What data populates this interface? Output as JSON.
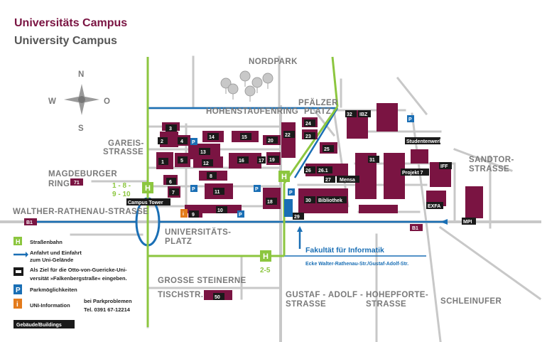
{
  "title_de": "Universitäts Campus",
  "title_en": "University Campus",
  "colors": {
    "title_de": "#7a1442",
    "title_en": "#555555",
    "building": "#7a1442",
    "road": "#c8c8c8",
    "tram": "#8cc63f",
    "access": "#1a6fb5",
    "area_text": "#7a7a7a"
  },
  "compass": {
    "n": "N",
    "s": "S",
    "w": "W",
    "o": "O"
  },
  "areas": {
    "nordpark": "NORDPARK",
    "hohenstaufenring": "HOHENSTAUFENRING",
    "pfaelzer1": "PFÄLZER",
    "pfaelzer2": "PLATZ",
    "gareis1": "GAREIS-",
    "gareis2": "STRASSE",
    "magdeburger1": "MAGDEBURGER",
    "magdeburger2": "RING",
    "walther": "WALTHER-RATHENAU-STRASSE",
    "uniplatz1": "UNIVERSITÄTS-",
    "uniplatz2": "PLATZ",
    "sandtor1": "SANDTOR-",
    "sandtor2": "STRASSE",
    "steinerne": "GROSSE STEINERNE",
    "tischstr": "TISCHSTR.",
    "gustav1": "GUSTAF - ADOLF -",
    "gustav2": "STRASSE",
    "hohepforte1": "HOHEPFORTE-",
    "hohepforte2": "STRASSE",
    "schleinufer": "SCHLEINUFER"
  },
  "tram_stops": {
    "stop1": "H",
    "lines1a": "1 - 8 -",
    "lines1b": "9 - 10",
    "lines3": "2-5"
  },
  "road_badges": {
    "b1_left": "B1",
    "b71": "71",
    "b1_right": "B1"
  },
  "parking_symbol": "P",
  "info_symbol": "i",
  "buildings": [
    "1",
    "2",
    "3",
    "4",
    "5",
    "6",
    "7",
    "8",
    "9",
    "10",
    "11",
    "12",
    "13",
    "14",
    "15",
    "16",
    "17",
    "18",
    "19",
    "20",
    "22",
    "23",
    "24",
    "25",
    "26",
    "26.1",
    "27",
    "Mensa",
    "29",
    "30",
    "Bibliothek",
    "31",
    "32",
    "IBZ",
    "Studentenwerk",
    "Projekt 7",
    "IFF",
    "EXFA",
    "MPI",
    "50",
    "Campus Tower"
  ],
  "faculty": {
    "name": "Fakultät für Informatik",
    "address": "Ecke Walter-Rathenau-Str./Gustaf-Adolf-Str."
  },
  "legend": {
    "tram": "Straßenbahn",
    "access1": "Anfahrt und Einfahrt",
    "access2": "zum Uni-Gelände",
    "nav1": "Als Ziel für die Otto-von-Guericke-Uni-",
    "nav2": "versität »Falkenbergstraße« eingeben.",
    "parking": "Parkmöglichkeiten",
    "info": "UNI-Information",
    "info_note": "bei Parkproblemen",
    "info_tel": "Tel. 0391 67-12214",
    "buildings": "Gebäude/Buildings"
  }
}
